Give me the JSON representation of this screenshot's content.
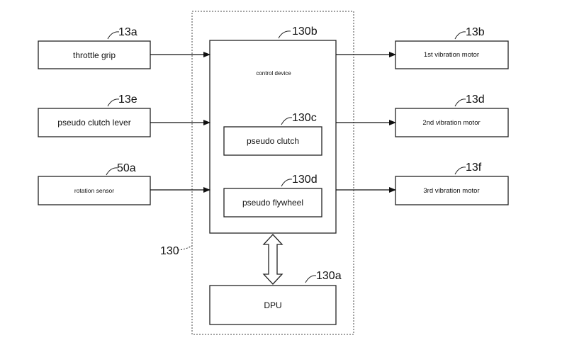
{
  "blocks": {
    "throttle_grip": {
      "label": "throttle grip",
      "ref": "13a"
    },
    "pseudo_clutch_lever": {
      "label": "pseudo clutch lever",
      "ref": "13e"
    },
    "rotation_sensor": {
      "label": "rotation sensor",
      "ref": "50a"
    },
    "control_device": {
      "label": "control device",
      "ref": "130b"
    },
    "pseudo_clutch": {
      "label": "pseudo clutch",
      "ref": "130c"
    },
    "pseudo_flywheel": {
      "label": "pseudo flywheel",
      "ref": "130d"
    },
    "dpu": {
      "label": "DPU",
      "ref": "130a"
    },
    "vibration_motor_1": {
      "label": "1st vibration motor",
      "ref": "13b"
    },
    "vibration_motor_2": {
      "label": "2nd vibration motor",
      "ref": "13d"
    },
    "vibration_motor_3": {
      "label": "3rd vibration motor",
      "ref": "13f"
    }
  },
  "unit": {
    "ref": "130"
  }
}
